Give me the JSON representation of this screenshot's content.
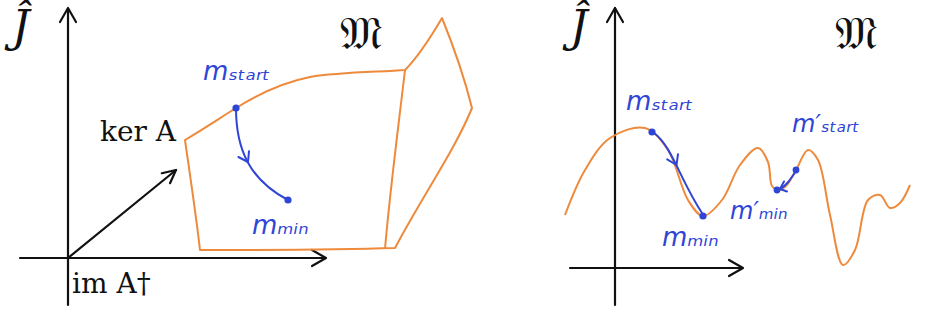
{
  "diagram": {
    "labels": [
      "Ĵ",
      "ker A",
      "im A†",
      "𝔐",
      "mₛₜₐᵣₜ",
      "mₘᵢₙ",
      "Ĵ",
      "𝔐",
      "mₛₜₐᵣₜ",
      "mₘᵢₙ",
      "m′ₛₜₐᵣₜ",
      "m′ₘᵢₙ"
    ]
  }
}
